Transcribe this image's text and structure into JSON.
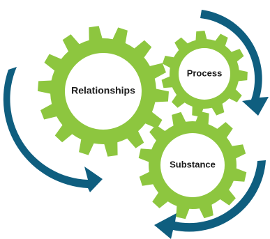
{
  "colors": {
    "gear": "#8dc63f",
    "gear_hub": "#ffffff",
    "arrow": "#0f5e7f",
    "label": "#1a1a1a"
  },
  "gears": [
    {
      "id": "relationships",
      "label": "Relationships"
    },
    {
      "id": "process",
      "label": "Process"
    },
    {
      "id": "substance",
      "label": "Substance"
    }
  ],
  "arrows": [
    {
      "id": "left",
      "direction": "clockwise"
    },
    {
      "id": "top-right",
      "direction": "clockwise"
    },
    {
      "id": "bottom-right",
      "direction": "clockwise"
    }
  ]
}
